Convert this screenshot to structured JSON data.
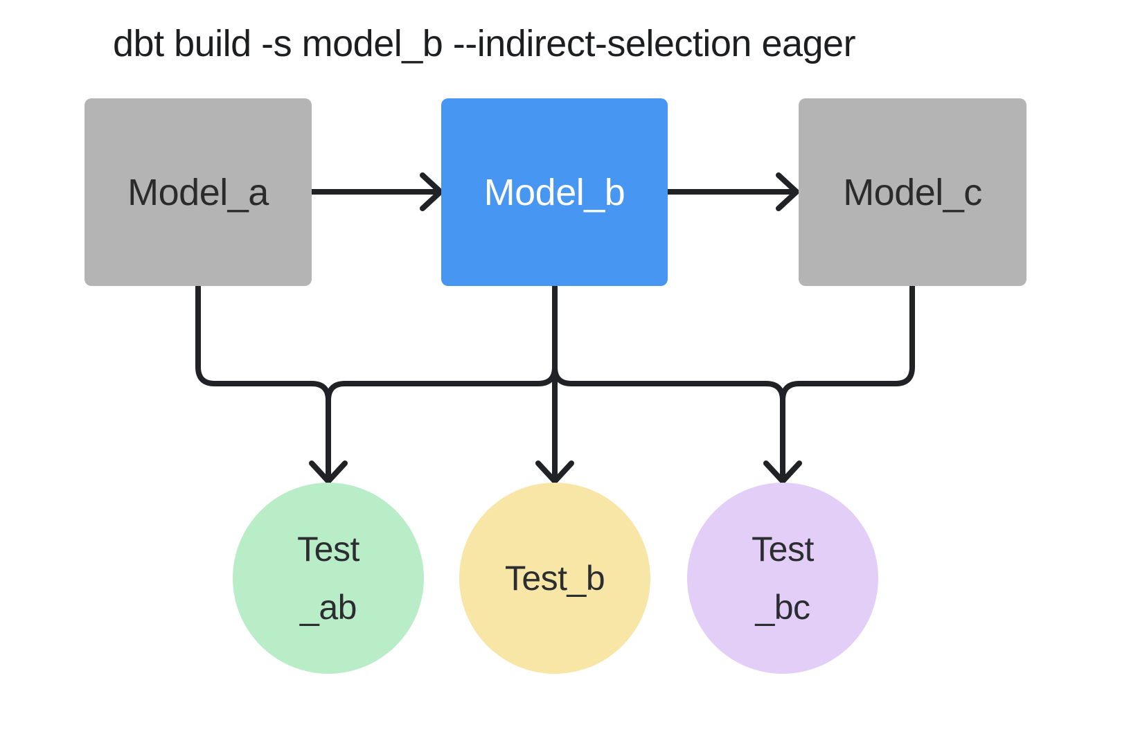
{
  "title": {
    "text": "dbt build -s model_b --indirect-selection eager"
  },
  "nodes": {
    "model_a": {
      "label": "Model_a",
      "type": "model",
      "fill": "#b4b4b4",
      "text_color": "#2b2b2b",
      "selected": false
    },
    "model_b": {
      "label": "Model_b",
      "type": "model",
      "fill": "#4696f2",
      "text_color": "#ffffff",
      "selected": true
    },
    "model_c": {
      "label": "Model_c",
      "type": "model",
      "fill": "#b4b4b4",
      "text_color": "#2b2b2b",
      "selected": false
    },
    "test_ab": {
      "lines": [
        "Test",
        "_ab"
      ],
      "type": "test",
      "fill": "#b9edc8"
    },
    "test_b": {
      "lines": [
        "Test_b"
      ],
      "type": "test",
      "fill": "#f7e6a6"
    },
    "test_bc": {
      "lines": [
        "Test",
        "_bc"
      ],
      "type": "test",
      "fill": "#e3cef8"
    }
  },
  "edges": [
    {
      "from": "model_a",
      "to": "model_b"
    },
    {
      "from": "model_b",
      "to": "model_c"
    },
    {
      "from": "model_a",
      "to": "test_ab"
    },
    {
      "from": "model_b",
      "to": "test_ab"
    },
    {
      "from": "model_b",
      "to": "test_b"
    },
    {
      "from": "model_b",
      "to": "test_bc"
    },
    {
      "from": "model_c",
      "to": "test_bc"
    }
  ],
  "style": {
    "edge_color": "#212226",
    "background": "#ffffff"
  }
}
